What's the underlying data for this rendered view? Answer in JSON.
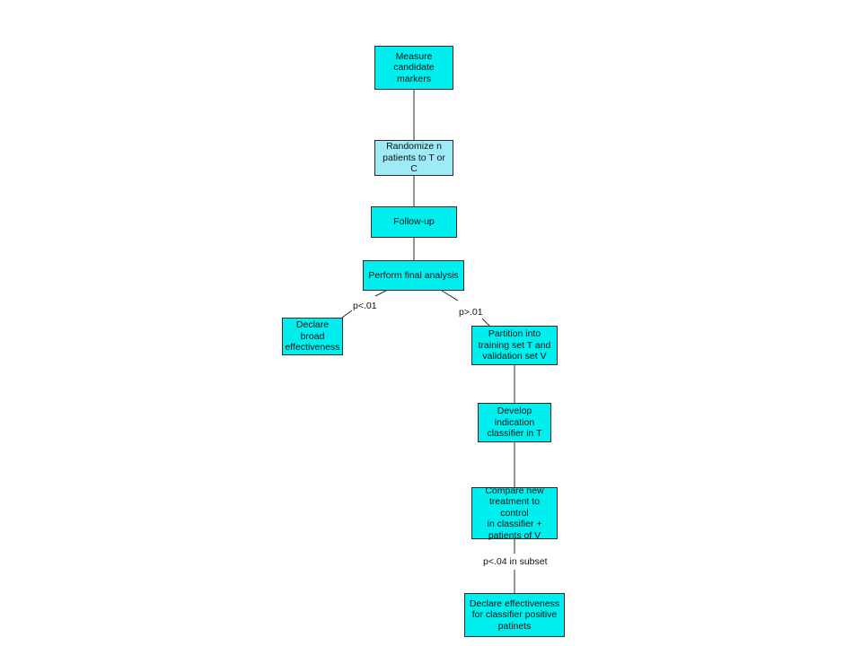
{
  "nodes": {
    "measure": "Measure\ncandidate\nmarkers",
    "randomize": "Randomize n\npatients to T or C",
    "followup": "Follow-up",
    "final_analysis": "Perform final analysis",
    "declare_broad": "Declare\nbroad\neffectiveness",
    "partition": "Partition into\ntraining set T and\nvalidation set V",
    "develop": "Develop\nindication\nclassifier in T",
    "compare": "Compare new\ntreatment to control\nin classifier +\npatients of V",
    "declare_classifier": "Declare effectiveness\nfor classifier positive\npatinets"
  },
  "edge_labels": {
    "significant": "p<.01",
    "not_significant": "p>.01",
    "subset": "p<.04 in subset"
  },
  "colors": {
    "box_fill": "#00eeee",
    "box_fill_highlight": "#9eeaf6",
    "line": "#2a2a2a"
  }
}
